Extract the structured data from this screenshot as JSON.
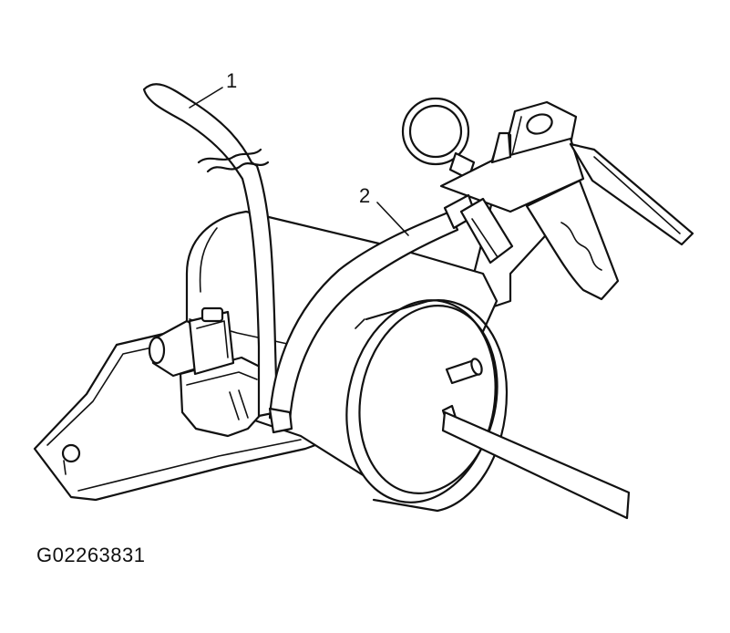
{
  "callouts": {
    "one": "1",
    "two": "2"
  },
  "figure_id": "G02263831",
  "colors": {
    "line": "#111111",
    "background": "#ffffff"
  }
}
